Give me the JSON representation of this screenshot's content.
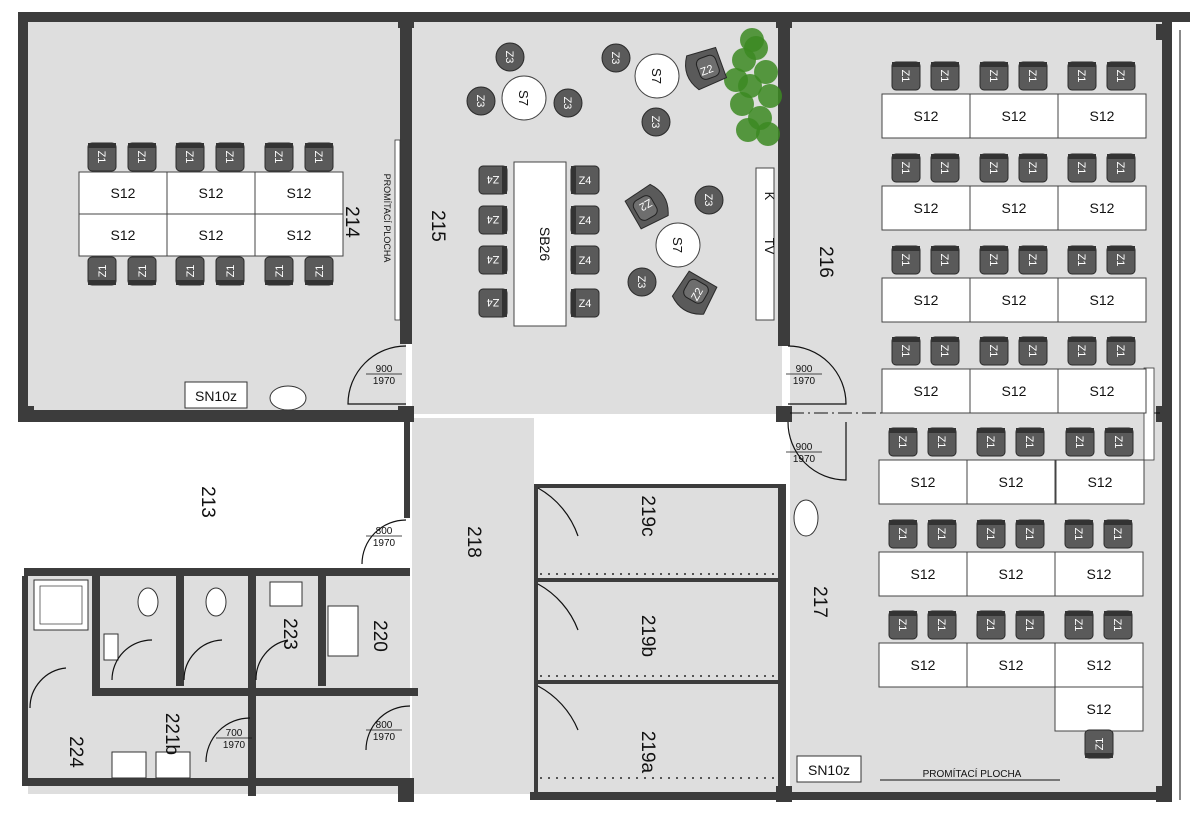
{
  "rooms": {
    "r213": "213",
    "r214": "214",
    "r215": "215",
    "r216": "216",
    "r217": "217",
    "r218": "218",
    "r219a": "219a",
    "r219b": "219b",
    "r219c": "219c",
    "r220": "220",
    "r221b": "221b",
    "r223": "223",
    "r224": "224"
  },
  "furniture": {
    "desk": "S12",
    "chair_z1": "Z1",
    "chair_z2": "Z2",
    "chair_z3": "Z3",
    "chair_z4": "Z4",
    "table_s7": "S7",
    "bench": "SB26",
    "k": "K",
    "tv": "TV"
  },
  "labels": {
    "projection": "PROMÍTACÍ PLOCHA",
    "sn_left": "SN10z",
    "sn_right": "SN10z"
  },
  "doors": {
    "d900_w": "900",
    "d900_h": "1970",
    "d800_w": "800",
    "d800_h": "1970",
    "d700_w": "700",
    "d700_h": "1970"
  },
  "colors": {
    "wall": "#3c3c3c",
    "floor": "#dedede",
    "chair": "#5a5a5a",
    "plant": "#3c8a22"
  }
}
